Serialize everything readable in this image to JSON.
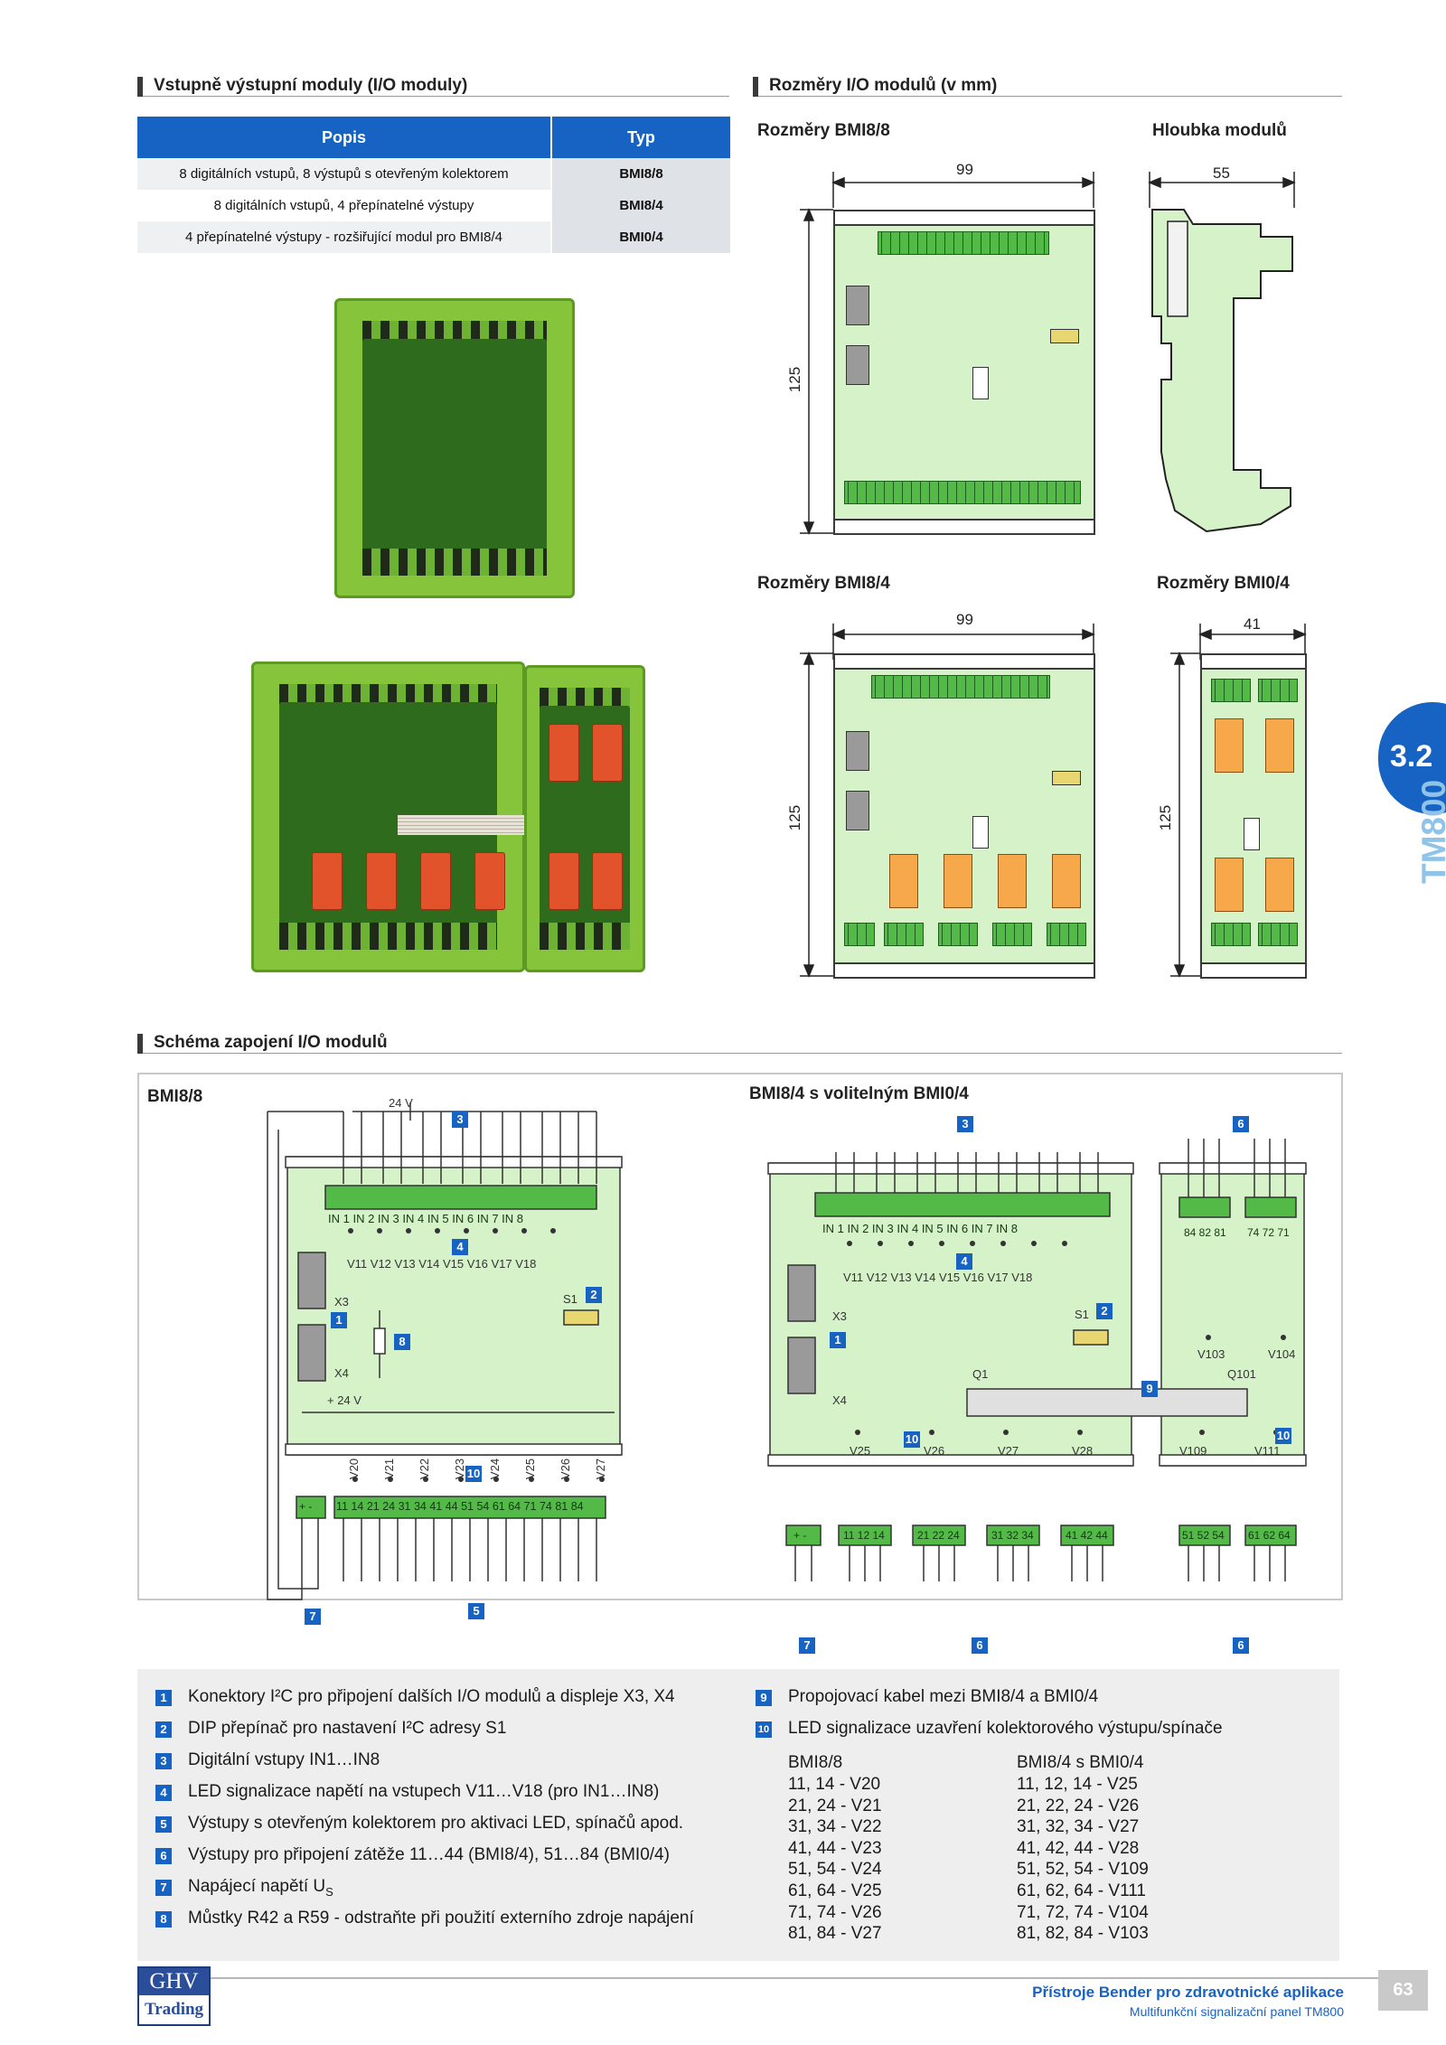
{
  "sections": {
    "io_modules": "Vstupně výstupní moduly (I/O moduly)",
    "dimensions": "Rozměry I/O modulů (v mm)",
    "wiring": "Schéma zapojení I/O modulů"
  },
  "io_table": {
    "headers": [
      "Popis",
      "Typ"
    ],
    "rows": [
      {
        "popis": "8 digitálních vstupů, 8 výstupů s otevřeným kolektorem",
        "typ": "BMI8/8"
      },
      {
        "popis": "8 digitálních vstupů, 4 přepínatelné výstupy",
        "typ": "BMI8/4"
      },
      {
        "popis": "4 přepínatelné výstupy - rozšiřující modul pro BMI8/4",
        "typ": "BMI0/4"
      }
    ]
  },
  "dimensions": {
    "bmi88_title": "Rozměry BMI8/8",
    "depth_title": "Hloubka modulů",
    "bmi84_title": "Rozměry BMI8/4",
    "bmi04_title": "Rozměry BMI0/4",
    "w99": "99",
    "w55": "55",
    "w41": "41",
    "h125": "125"
  },
  "schematic": {
    "bmi88_title": "BMI8/8",
    "bmi84_title": "BMI8/4 s volitelným BMI0/4",
    "v24": "24 V",
    "plus24": "+ 24 V",
    "inputs": "IN 1  IN 2  IN 3  IN 4  IN 5  IN 6  IN 7  IN 8",
    "leds_in": "V11  V12  V13  V14  V15  V16  V17  V18",
    "x3": "X3",
    "x4": "X4",
    "s1": "S1",
    "q1": "Q1",
    "q101": "Q101",
    "out88": "11 14 21 24 31 34 41 44 51 54 61 64 71 74 81 84",
    "led88": [
      "V20",
      "V21",
      "V22",
      "V23",
      "V24",
      "V25",
      "V26",
      "V27"
    ],
    "relay_leds": [
      "V25",
      "V26",
      "V27",
      "V28"
    ],
    "ext_leds": [
      "V109",
      "V111"
    ],
    "ext_top_leds": [
      "V103",
      "V104"
    ],
    "ext_in": [
      "84 82 81",
      "74 72 71"
    ],
    "out84": [
      "11 12 14",
      "21 22 24",
      "31 32 34",
      "41 42 44"
    ],
    "out04": [
      "51 52 54",
      "61 62 64"
    ],
    "pm": "+  -",
    "marker_nums": [
      "1",
      "2",
      "3",
      "4",
      "5",
      "6",
      "7",
      "8",
      "9",
      "10"
    ]
  },
  "legend": {
    "left": [
      {
        "n": "1",
        "t": "Konektory I²C pro připojení dalších I/O modulů a displeje X3, X4"
      },
      {
        "n": "2",
        "t": "DIP přepínač pro nastavení I²C adresy S1"
      },
      {
        "n": "3",
        "t": "Digitální vstupy IN1…IN8"
      },
      {
        "n": "4",
        "t": "LED signalizace napětí na vstupech V11…V18 (pro IN1…IN8)"
      },
      {
        "n": "5",
        "t": "Výstupy s otevřeným kolektorem pro aktivaci LED, spínačů apod."
      },
      {
        "n": "6",
        "t": "Výstupy pro připojení zátěže 11…44 (BMI8/4), 51…84 (BMI0/4)"
      },
      {
        "n": "7",
        "t": "Napájecí napětí U"
      },
      {
        "n": "8",
        "t": "Můstky R42 a R59 - odstraňte při použití externího zdroje napájení"
      }
    ],
    "supply_sub": "S",
    "right": [
      {
        "n": "9",
        "t": "Propojovací kabel mezi BMI8/4 a BMI0/4"
      },
      {
        "n": "10",
        "t": "LED signalizace uzavření kolektorového výstupu/spínače"
      }
    ],
    "map_head": [
      "BMI8/8",
      "BMI8/4 s BMI0/4"
    ],
    "map_bmi88": [
      "11, 14 - V20",
      "21, 24 - V21",
      "31, 34 - V22",
      "41, 44 - V23",
      "51, 54 - V24",
      "61, 64 - V25",
      "71, 74 - V26",
      "81, 84 - V27"
    ],
    "map_bmi84": [
      "11, 12, 14 - V25",
      "21, 22, 24 - V26",
      "31, 32, 34 - V27",
      "41, 42, 44 - V28",
      "51, 52, 54 - V109",
      "61, 62, 64 - V111",
      "71, 72, 74 - V104",
      "81, 82, 84 - V103"
    ]
  },
  "side_tab": {
    "number": "3.2",
    "product": "TM800"
  },
  "footer": {
    "logo_top": "GHV",
    "logo_bottom": "Trading",
    "line1": "Přístroje Bender pro zdravotnické aplikace",
    "line2": "Multifunkční signalizační panel TM800",
    "page": "63"
  },
  "colors": {
    "accent": "#1663c4",
    "board_green": "#86c43c",
    "drawing_fill": "#d6f2c9",
    "relay_orange": "#f7a84a"
  }
}
